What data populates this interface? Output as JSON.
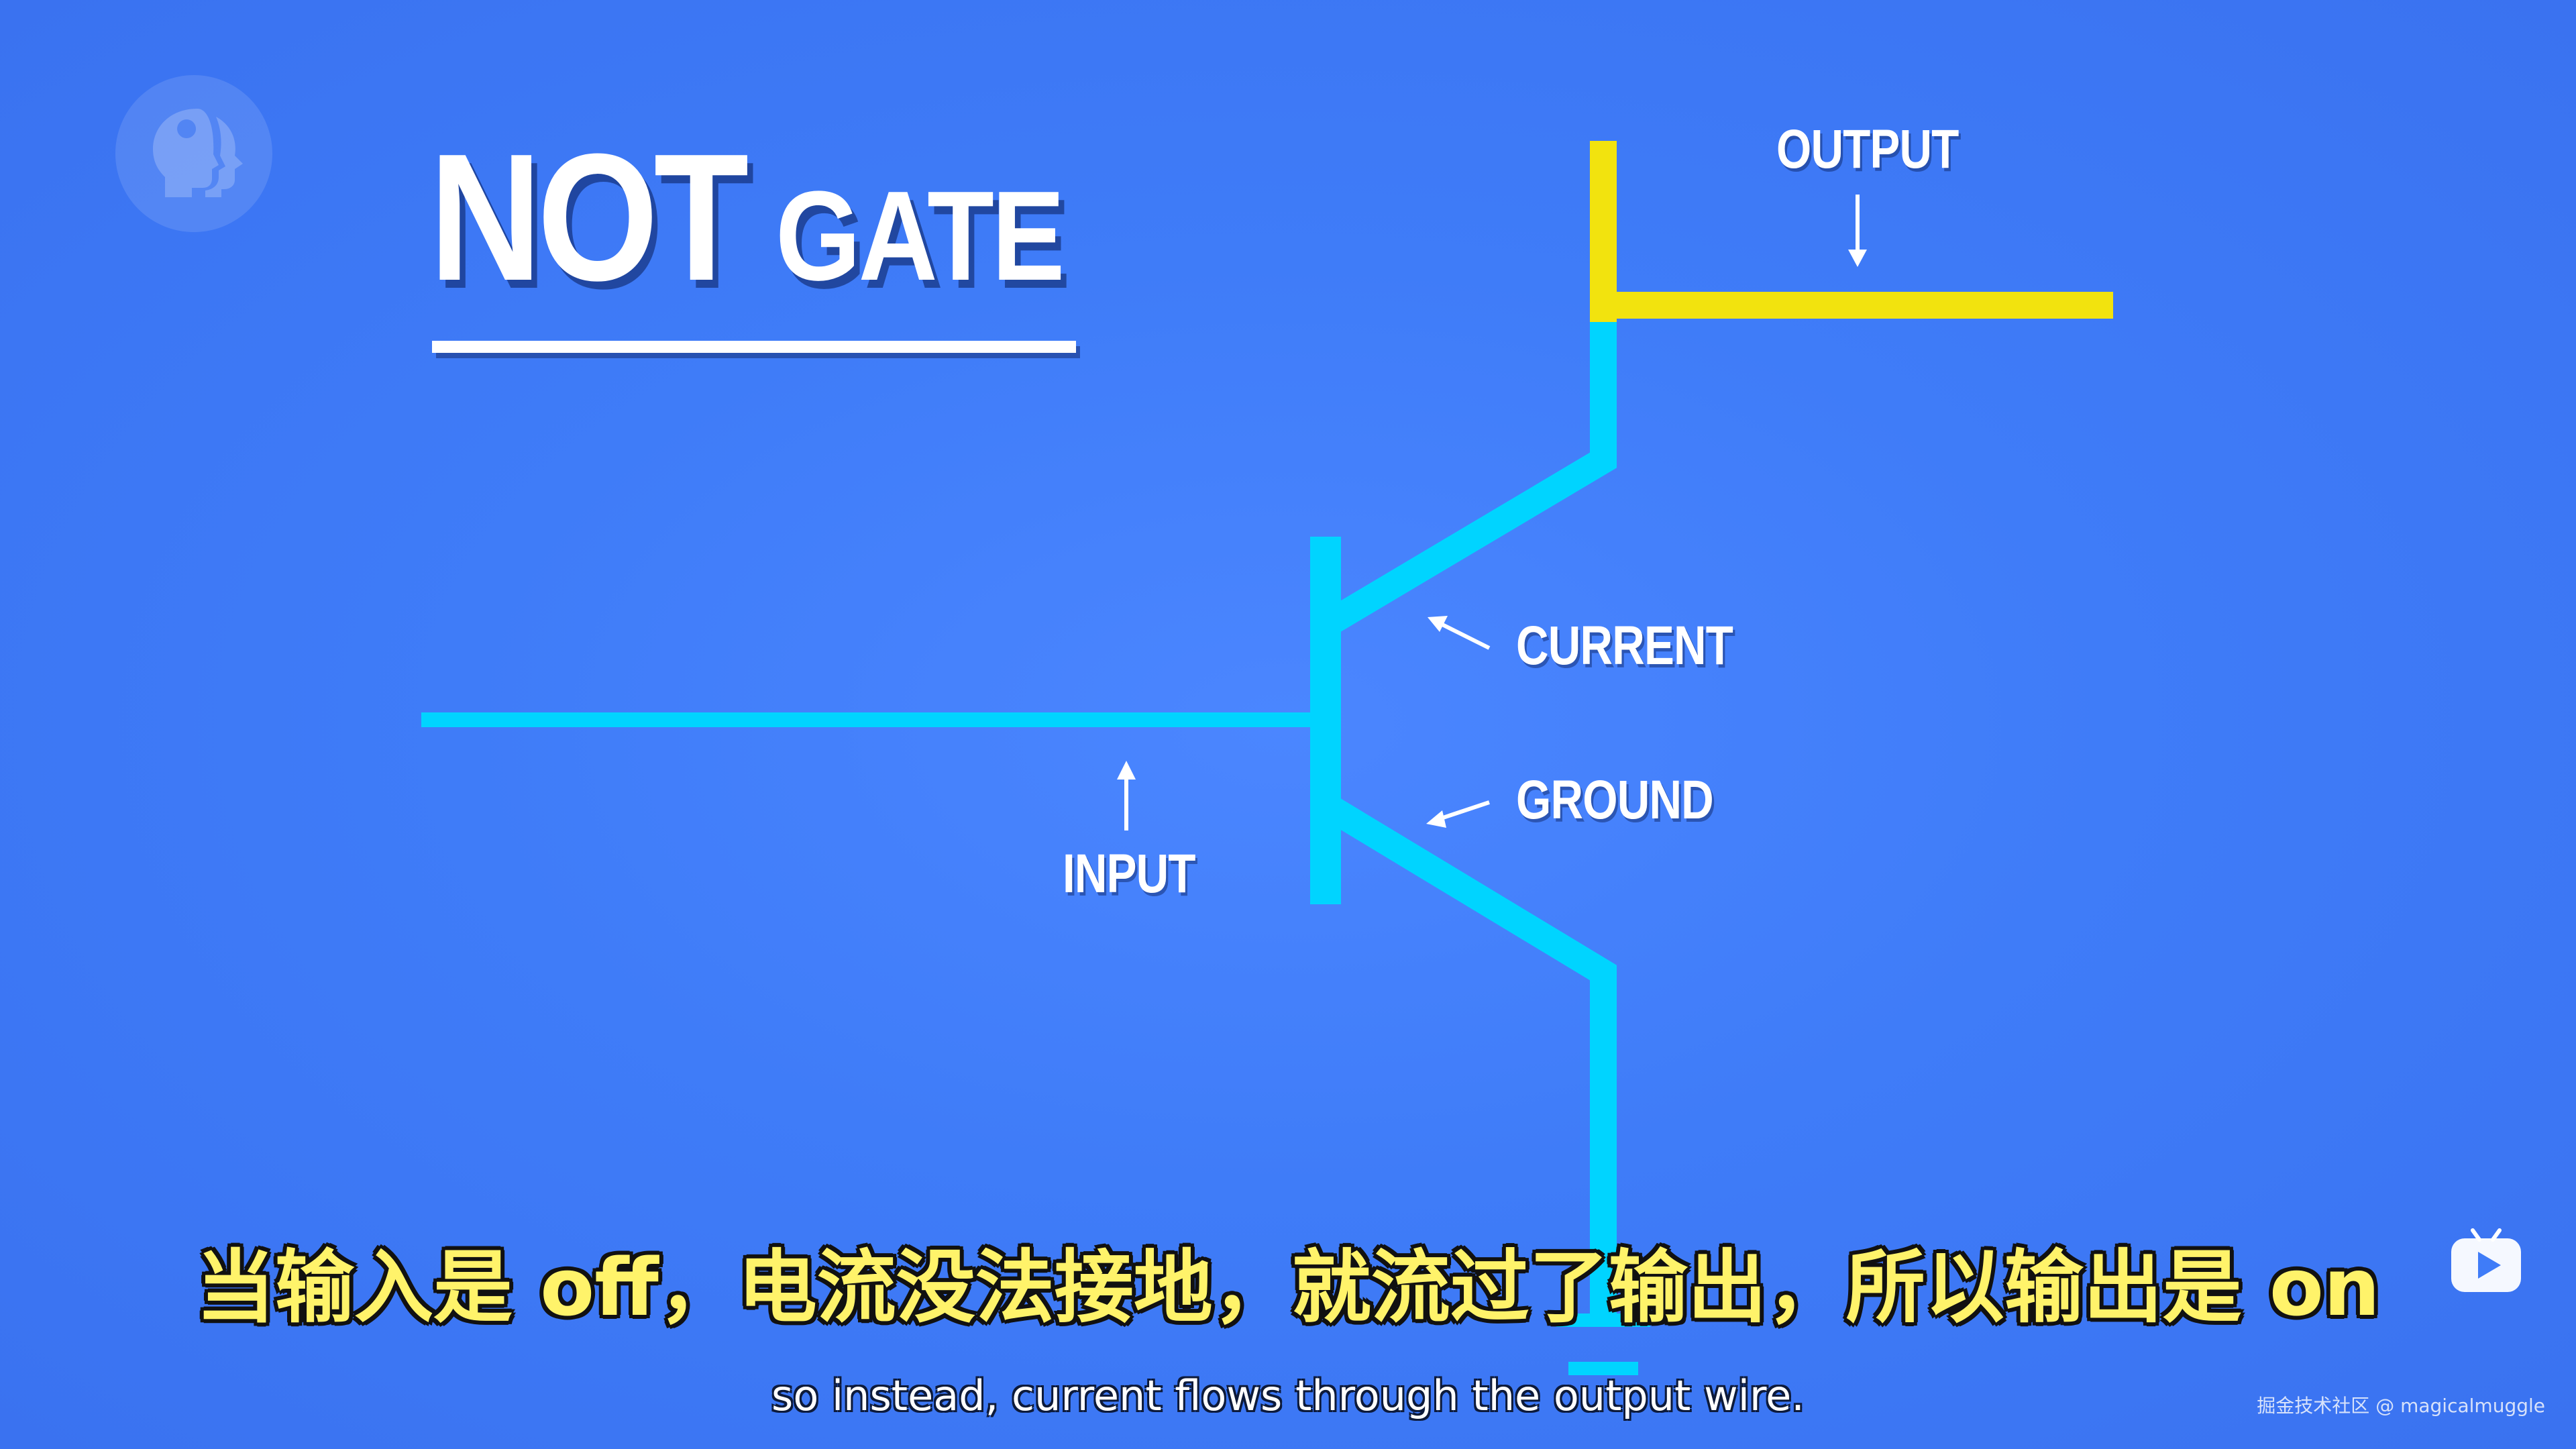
{
  "title": {
    "main": "NOT",
    "secondary": "GATE"
  },
  "labels": {
    "output": "OUTPUT",
    "current": "CURRENT",
    "ground": "GROUND",
    "input": "INPUT"
  },
  "subtitles": {
    "chinese": "当输入是 off，电流没法接地，就流过了输出，所以输出是 on",
    "english": "so instead, current flows through the output wire."
  },
  "watermark": "掘金技术社区 @ magicalmuggle",
  "icons": {
    "logo": "pbs-heads-logo-icon",
    "play": "play-badge-icon"
  },
  "colors": {
    "background": "#3f7cf8",
    "wire_active": "#00d4ff",
    "wire_output": "#f2e30e",
    "text": "#ffffff",
    "subtitle_cn": "#fff36a"
  }
}
